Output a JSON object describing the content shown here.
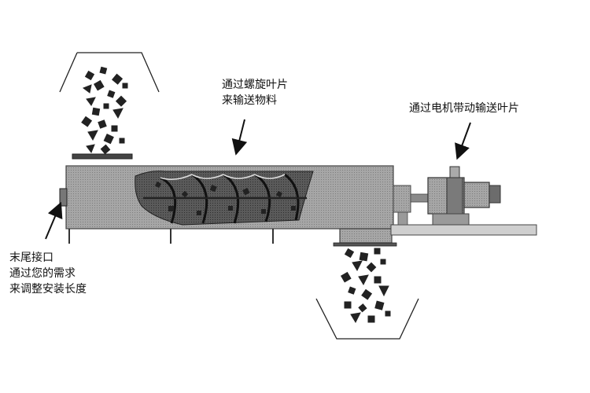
{
  "labels": {
    "screw_blade": [
      "通过螺旋叶片",
      "来输送物料"
    ],
    "motor_drive": [
      "通过电机带动输送叶片"
    ],
    "tail_interface": [
      "末尾接口",
      "通过您的需求",
      "来调整安装长度"
    ]
  },
  "colors": {
    "housing": "#a8a8a8",
    "housing_dark": "#6e6e6e",
    "outline": "#222222",
    "material": "#222222",
    "frame": "#cfcfcf",
    "motor_body": "#8c8c8c"
  }
}
